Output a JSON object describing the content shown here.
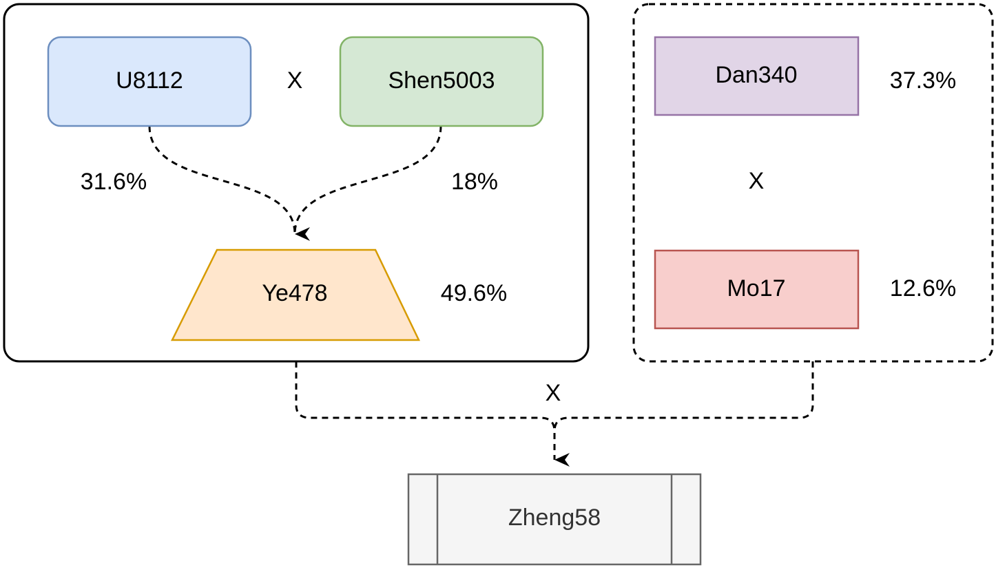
{
  "groups": {
    "left": {
      "border_style": "solid"
    },
    "right": {
      "border_style": "dashed"
    }
  },
  "nodes": {
    "u8112": {
      "label": "U8112",
      "fill": "#dae8fc",
      "stroke": "#6c8ebf"
    },
    "shen5003": {
      "label": "Shen5003",
      "fill": "#d5e8d4",
      "stroke": "#82b366"
    },
    "ye478": {
      "label": "Ye478",
      "fill": "#ffe6cc",
      "stroke": "#d79b00"
    },
    "dan340": {
      "label": "Dan340",
      "fill": "#e1d5e7",
      "stroke": "#9673a6"
    },
    "mo17": {
      "label": "Mo17",
      "fill": "#f8cecc",
      "stroke": "#b85450"
    },
    "zheng58": {
      "label": "Zheng58",
      "fill": "#f5f5f5",
      "stroke": "#666666"
    }
  },
  "percentages": {
    "u8112": "31.6%",
    "shen5003": "18%",
    "ye478": "49.6%",
    "dan340": "37.3%",
    "mo17": "12.6%"
  },
  "cross_symbols": {
    "top": "X",
    "right": "X",
    "bottom": "X"
  },
  "edges": [
    {
      "from": "u8112",
      "to": "ye478",
      "style": "dashed"
    },
    {
      "from": "shen5003",
      "to": "ye478",
      "style": "dashed"
    },
    {
      "from": "left-group",
      "to": "zheng58",
      "style": "dashed"
    },
    {
      "from": "right-group",
      "to": "zheng58",
      "style": "dashed"
    }
  ]
}
